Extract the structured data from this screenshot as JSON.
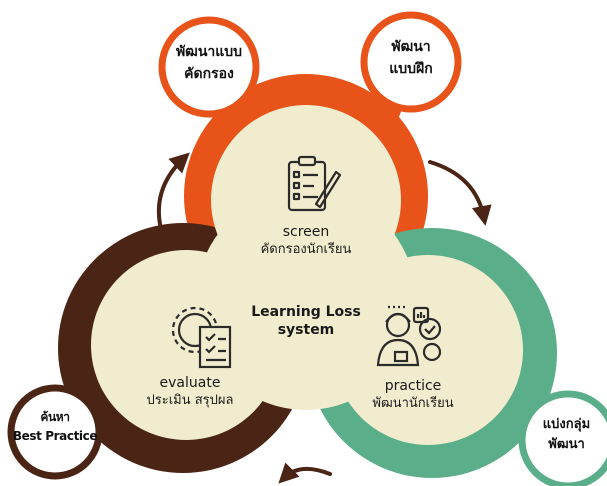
{
  "center": {
    "line1": "Learning Loss",
    "line2": "system"
  },
  "stages": {
    "screen": {
      "en": "screen",
      "th": "คัดกรองนักเรียน"
    },
    "practice": {
      "en": "practice",
      "th": "พัฒนานักเรียน"
    },
    "evaluate": {
      "en": "evaluate",
      "th": "ประเมิน สรุปผล"
    }
  },
  "bubbles": {
    "top_left": {
      "line1": "พัฒนาแบบ",
      "line2": "คัดกรอง"
    },
    "top_right": {
      "line1": "พัฒนา",
      "line2": "แบบฝึก"
    },
    "bottom_left": {
      "line1": "ค้นหา",
      "line2": "Best Practice"
    },
    "bottom_right": {
      "line1": "แบ่งกลุ่ม",
      "line2": "พัฒนา"
    }
  },
  "icons": {
    "screen": "checklist-clipboard-icon",
    "evaluate": "gear-document-icon",
    "practice": "student-chart-icon"
  },
  "colors": {
    "orange": "#E8531A",
    "brown": "#4A2414",
    "green": "#5BAE8A",
    "cream": "#F2ECCF",
    "arrow": "#4A2414"
  }
}
